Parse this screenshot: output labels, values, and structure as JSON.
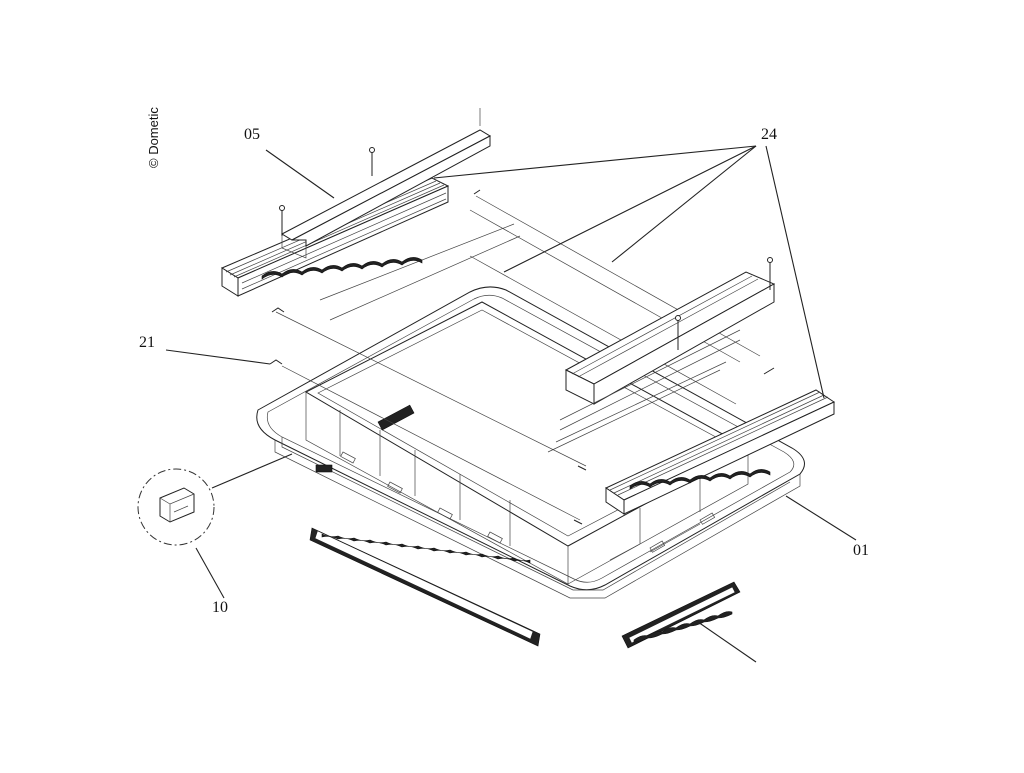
{
  "copyright": "© Dometic",
  "callouts": {
    "part_05": "05",
    "part_24": "24",
    "part_21": "21",
    "part_10": "10",
    "part_01": "01"
  }
}
